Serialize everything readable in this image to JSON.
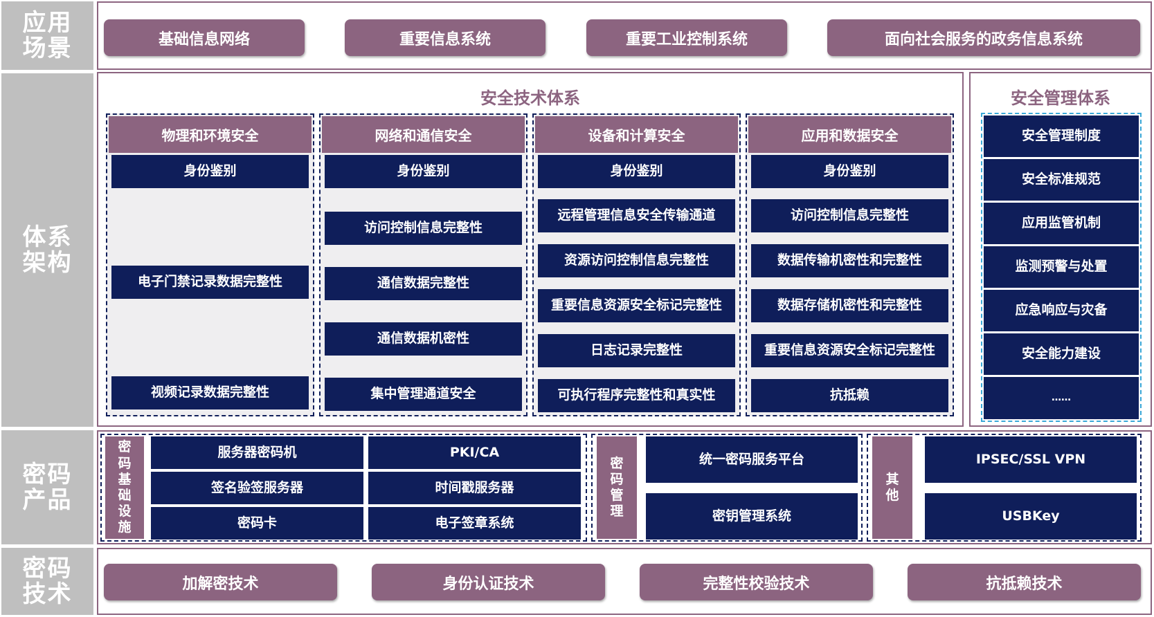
{
  "rows": {
    "application": "应用\n场景",
    "architecture": "体系\n架构",
    "products": "密码\n产品",
    "techniques": "密码\n技术"
  },
  "application_scenarios": [
    "基础信息网络",
    "重要信息系统",
    "重要工业控制系统",
    "面向社会服务的政务信息系统"
  ],
  "tech_system": {
    "title": "安全技术体系",
    "columns": [
      {
        "header": "物理和环境安全",
        "items": [
          "身份鉴别",
          "电子门禁记录数据完整性",
          "视频记录数据完整性"
        ]
      },
      {
        "header": "网络和通信安全",
        "items": [
          "身份鉴别",
          "访问控制信息完整性",
          "通信数据完整性",
          "通信数据机密性",
          "集中管理通道安全"
        ]
      },
      {
        "header": "设备和计算安全",
        "items": [
          "身份鉴别",
          "远程管理信息安全传输通道",
          "资源访问控制信息完整性",
          "重要信息资源安全标记完整性",
          "日志记录完整性",
          "可执行程序完整性和真实性"
        ]
      },
      {
        "header": "应用和数据安全",
        "items": [
          "身份鉴别",
          "访问控制信息完整性",
          "数据传输机密性和完整性",
          "数据存储机密性和完整性",
          "重要信息资源安全标记完整性",
          "抗抵赖"
        ]
      }
    ]
  },
  "mgmt_system": {
    "title": "安全管理体系",
    "items": [
      "安全管理制度",
      "安全标准规范",
      "应用监管机制",
      "监测预警与处置",
      "应急响应与灾备",
      "安全能力建设",
      "……"
    ]
  },
  "crypto_products": {
    "infra_label": "密\n码\n基\n础\n设\n施",
    "infra_items": [
      "服务器密码机",
      "PKI/CA",
      "签名验签服务器",
      "时间戳服务器",
      "密码卡",
      "电子签章系统"
    ],
    "mgmt_label": "密\n码\n管\n理",
    "mgmt_items": [
      "统一密码服务平台",
      "密钥管理系统"
    ],
    "other_label": "其\n他",
    "other_items": [
      "IPSEC/SSL VPN",
      "USBKey"
    ]
  },
  "crypto_techniques": [
    "加解密技术",
    "身份认证技术",
    "完整性校验技术",
    "抗抵赖技术"
  ]
}
